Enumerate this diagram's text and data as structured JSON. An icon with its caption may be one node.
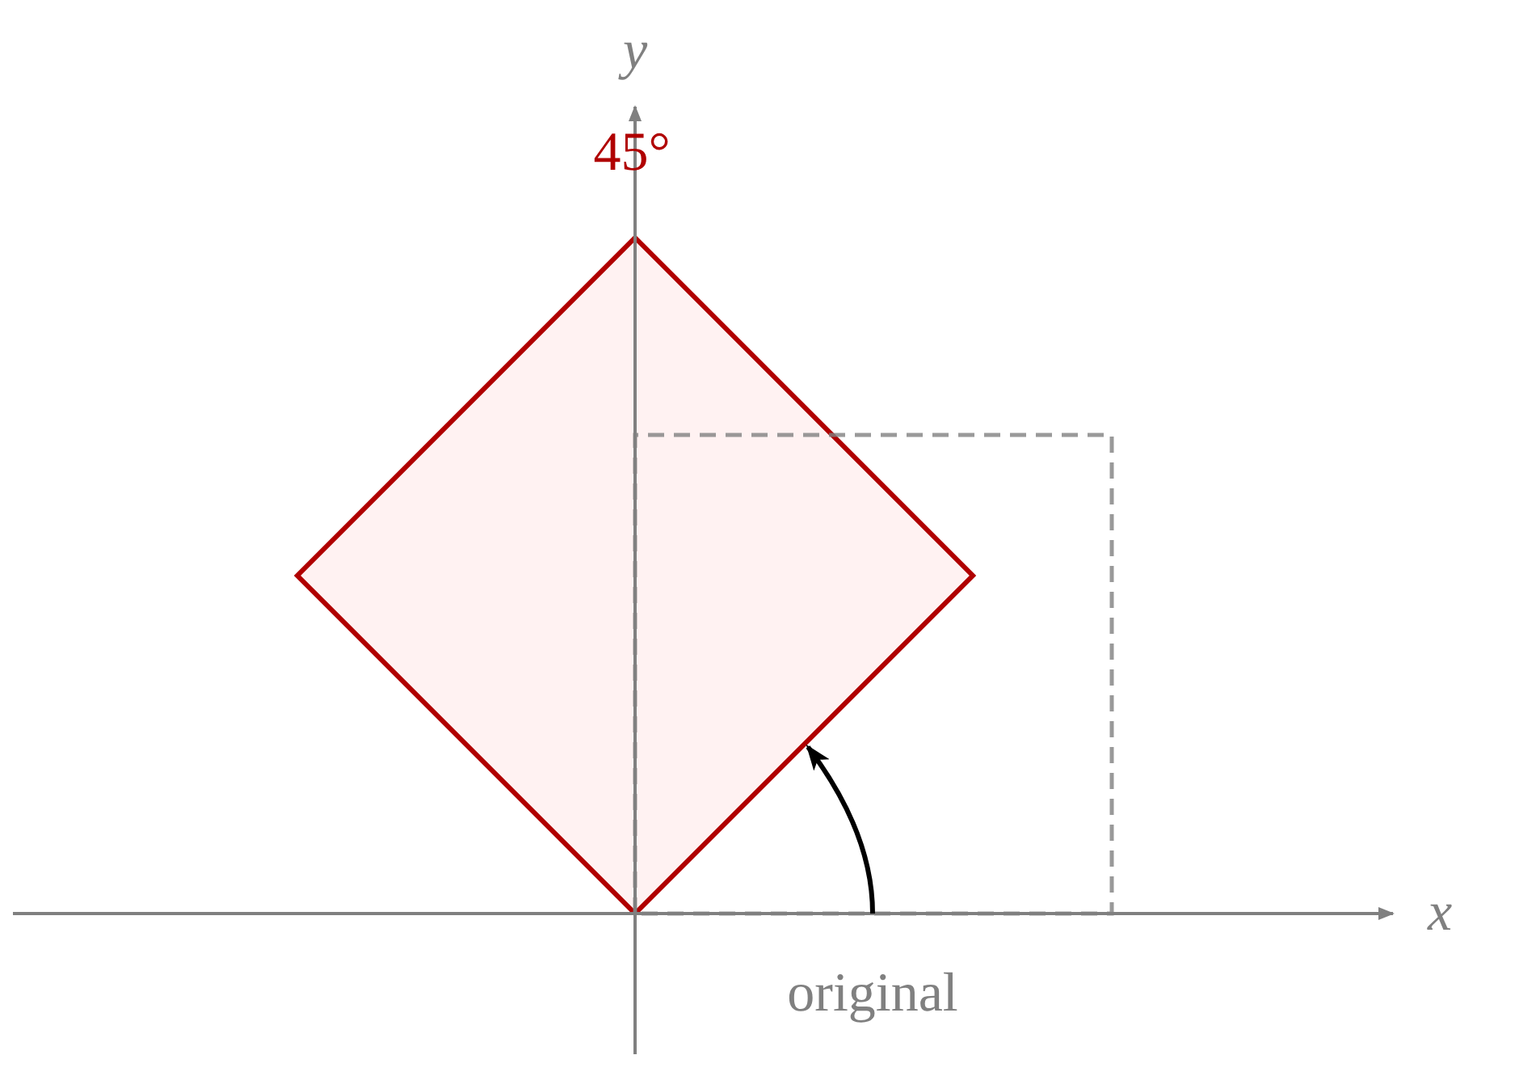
{
  "diagram": {
    "labels": [
      "y",
      "45°",
      "x",
      "original"
    ]
  }
}
